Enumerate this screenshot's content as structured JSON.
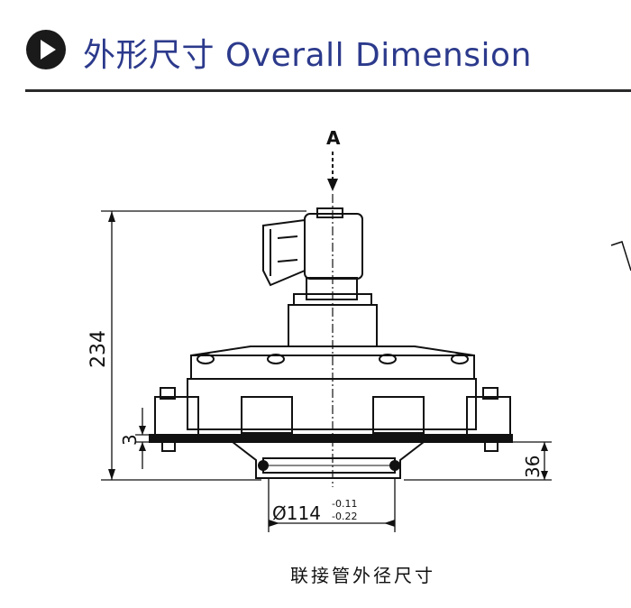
{
  "header": {
    "title": "外形尺寸 Overall Dimension",
    "accent_color": "#2c3a8c",
    "icon": "play-circle-icon"
  },
  "drawing": {
    "view_label": "A",
    "height_dim": "234",
    "flange_dim": "3",
    "outlet_dim": "36",
    "diameter_dim": "Ø114",
    "tol_upper": "-0.11",
    "tol_lower": "-0.22"
  },
  "caption": "联接管外径尺寸"
}
